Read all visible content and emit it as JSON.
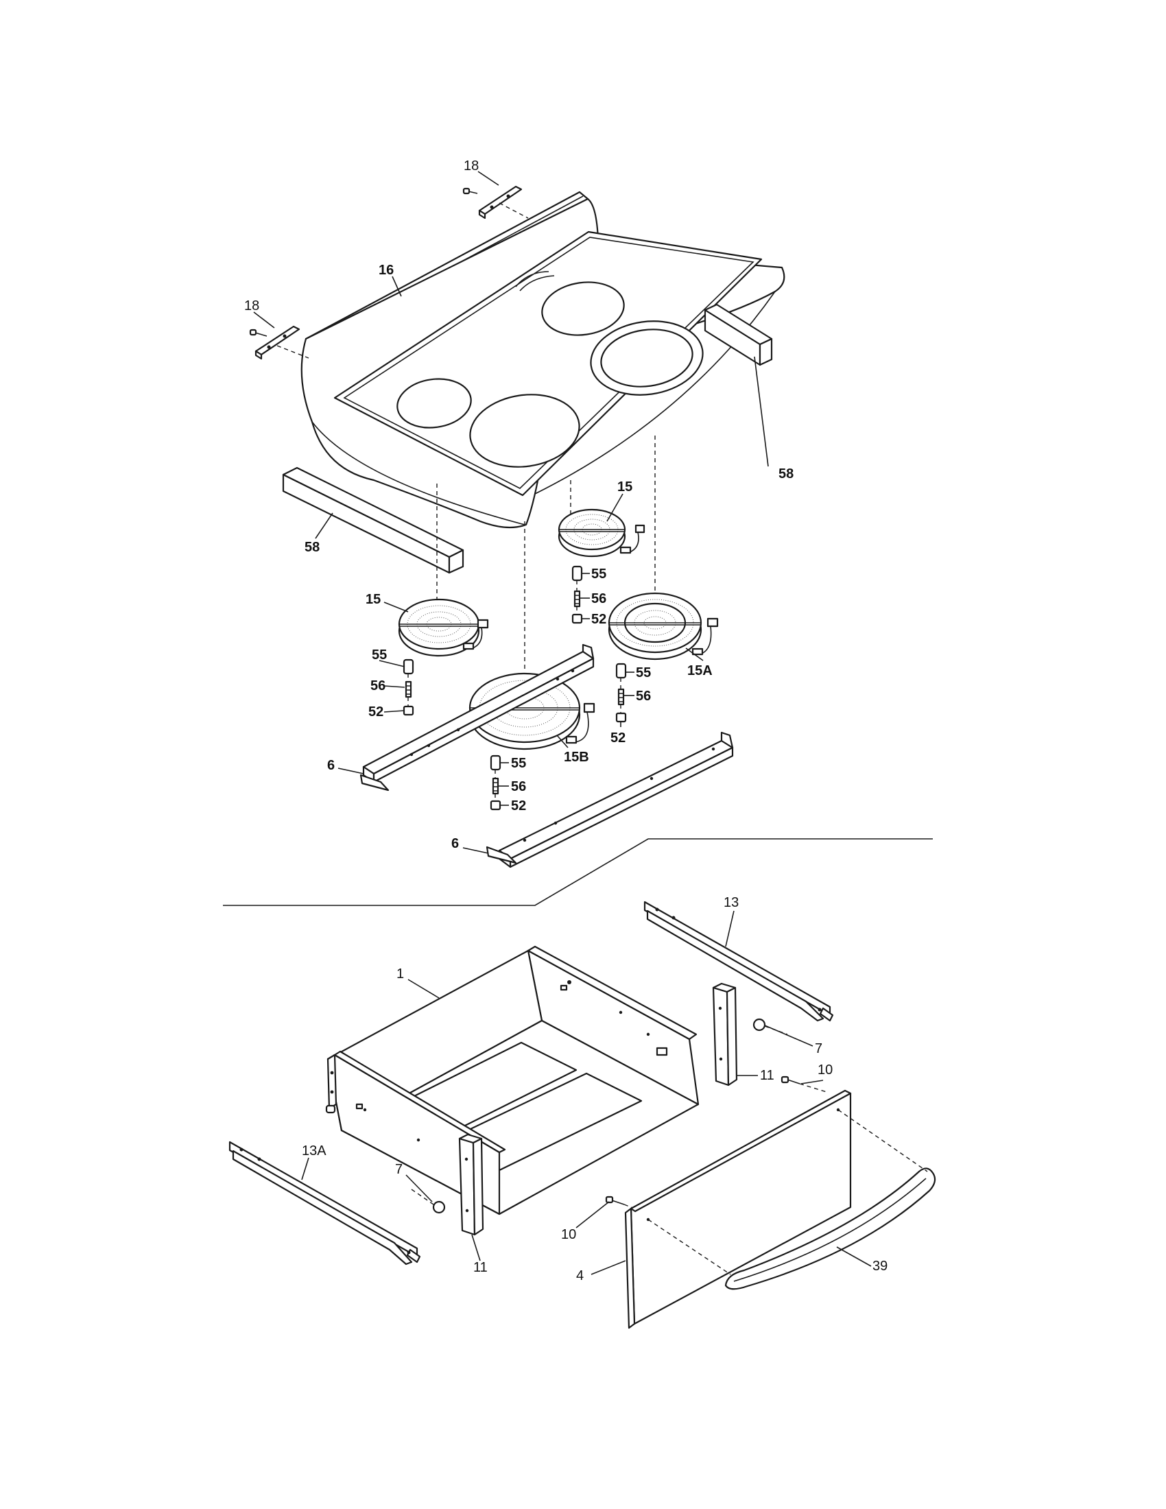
{
  "callouts": {
    "c18_top": "18",
    "c18_left": "18",
    "c16": "16",
    "c58_right": "58",
    "c58_left": "58",
    "c15_right": "15",
    "c15_left": "15",
    "c55_a": "55",
    "c56_a": "56",
    "c52_a": "52",
    "c55_b": "55",
    "c56_b": "56",
    "c52_b": "52",
    "c15A": "15A",
    "c55_c": "55",
    "c56_c": "56",
    "c52_c": "52",
    "c15B": "15B",
    "c55_d": "55",
    "c56_d": "56",
    "c52_d": "52",
    "c6_left": "6",
    "c6_bottom": "6",
    "c13": "13",
    "c1": "1",
    "c7_right": "7",
    "c10_right": "10",
    "c11_right": "11",
    "c13A": "13A",
    "c7_left": "7",
    "c10_left": "10",
    "c11_left": "11",
    "c4": "4",
    "c39": "39"
  }
}
